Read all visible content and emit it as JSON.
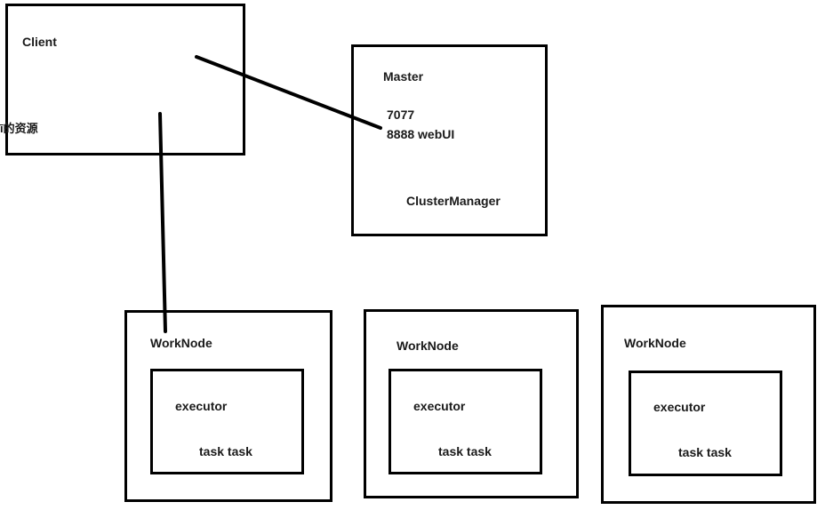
{
  "client": {
    "label": "Client",
    "note": "ī的资源"
  },
  "master": {
    "label": "Master",
    "port": "7077",
    "webui": "8888  webUI",
    "cluster_manager": "ClusterManager"
  },
  "workers": [
    {
      "label": "WorkNode",
      "executor": "executor",
      "tasks": "task  task"
    },
    {
      "label": "WorkNode",
      "executor": "executor",
      "tasks": "task  task"
    },
    {
      "label": "WorkNode",
      "executor": "executor",
      "tasks": "task  task"
    }
  ],
  "colors": {
    "stroke": "#000000",
    "text": "#1a1a1a",
    "background": "#ffffff"
  }
}
